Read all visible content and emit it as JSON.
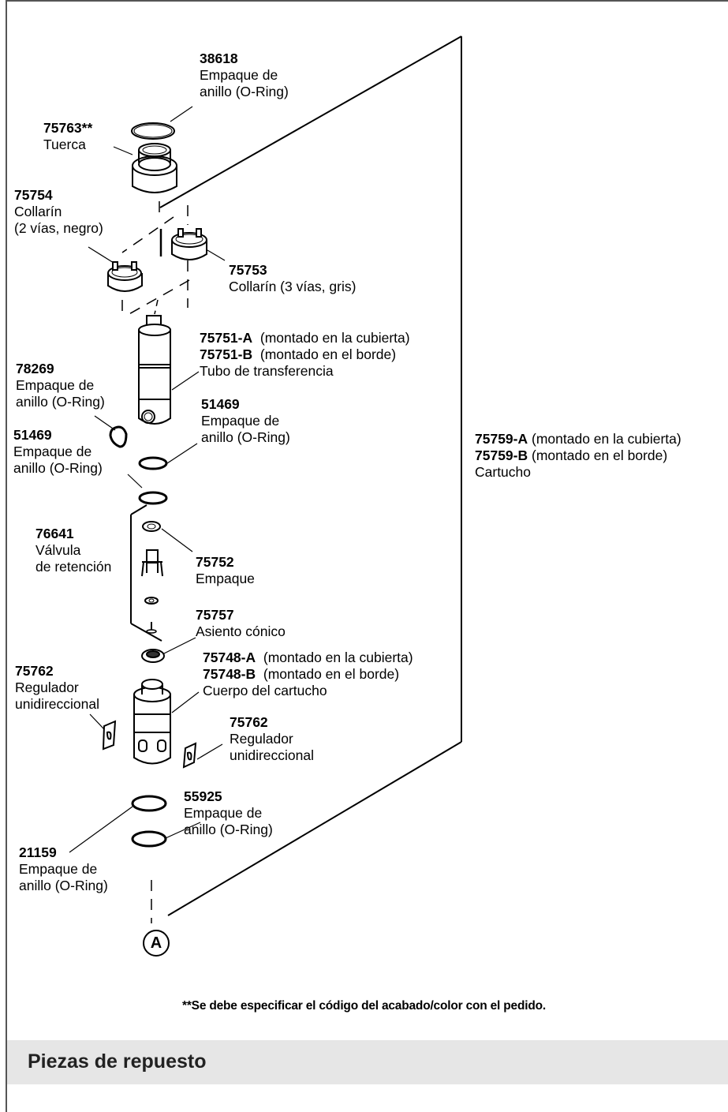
{
  "parts": {
    "p38618": {
      "num": "38618",
      "lines": [
        "Empaque de",
        "anillo (O-Ring)"
      ]
    },
    "p75763": {
      "num": "75763**",
      "lines": [
        "Tuerca"
      ]
    },
    "p75754": {
      "num": "75754",
      "lines": [
        "Collarín",
        "(2 vías, negro)"
      ]
    },
    "p75753": {
      "num": "75753",
      "lines": [
        "Collarín (3 vías, gris)"
      ]
    },
    "p75751": {
      "num_a": "75751-A",
      "desc_a": "(montado en la cubierta)",
      "num_b": "75751-B",
      "desc_b": "(montado en el borde)",
      "lines": [
        "Tubo de transferencia"
      ]
    },
    "p78269": {
      "num": "78269",
      "lines": [
        "Empaque de",
        "anillo (O-Ring)"
      ]
    },
    "p51469_right": {
      "num": "51469",
      "lines": [
        "Empaque de",
        "anillo (O-Ring)"
      ]
    },
    "p51469_left": {
      "num": "51469",
      "lines": [
        "Empaque de",
        "anillo (O-Ring)"
      ]
    },
    "p75759": {
      "num_a": "75759-A",
      "desc_a": "(montado en la cubierta)",
      "num_b": "75759-B",
      "desc_b": "(montado en el borde)",
      "lines": [
        "Cartucho"
      ]
    },
    "p76641": {
      "num": "76641",
      "lines": [
        "Válvula",
        "de retención"
      ]
    },
    "p75752": {
      "num": "75752",
      "lines": [
        "Empaque"
      ]
    },
    "p75757": {
      "num": "75757",
      "lines": [
        "Asiento cónico"
      ]
    },
    "p75748": {
      "num_a": "75748-A",
      "desc_a": "(montado en la cubierta)",
      "num_b": "75748-B",
      "desc_b": "(montado en el borde)",
      "lines": [
        "Cuerpo del cartucho"
      ]
    },
    "p75762_left": {
      "num": "75762",
      "lines": [
        "Regulador",
        "unidireccional"
      ]
    },
    "p75762_right": {
      "num": "75762",
      "lines": [
        "Regulador",
        "unidireccional"
      ]
    },
    "p55925": {
      "num": "55925",
      "lines": [
        "Empaque de",
        "anillo (O-Ring)"
      ]
    },
    "p21159": {
      "num": "21159",
      "lines": [
        "Empaque de",
        "anillo (O-Ring)"
      ]
    }
  },
  "reference_letter": "A",
  "footnote": "**Se debe especificar el código del acabado/color con el pedido.",
  "section_title": "Piezas de repuesto"
}
